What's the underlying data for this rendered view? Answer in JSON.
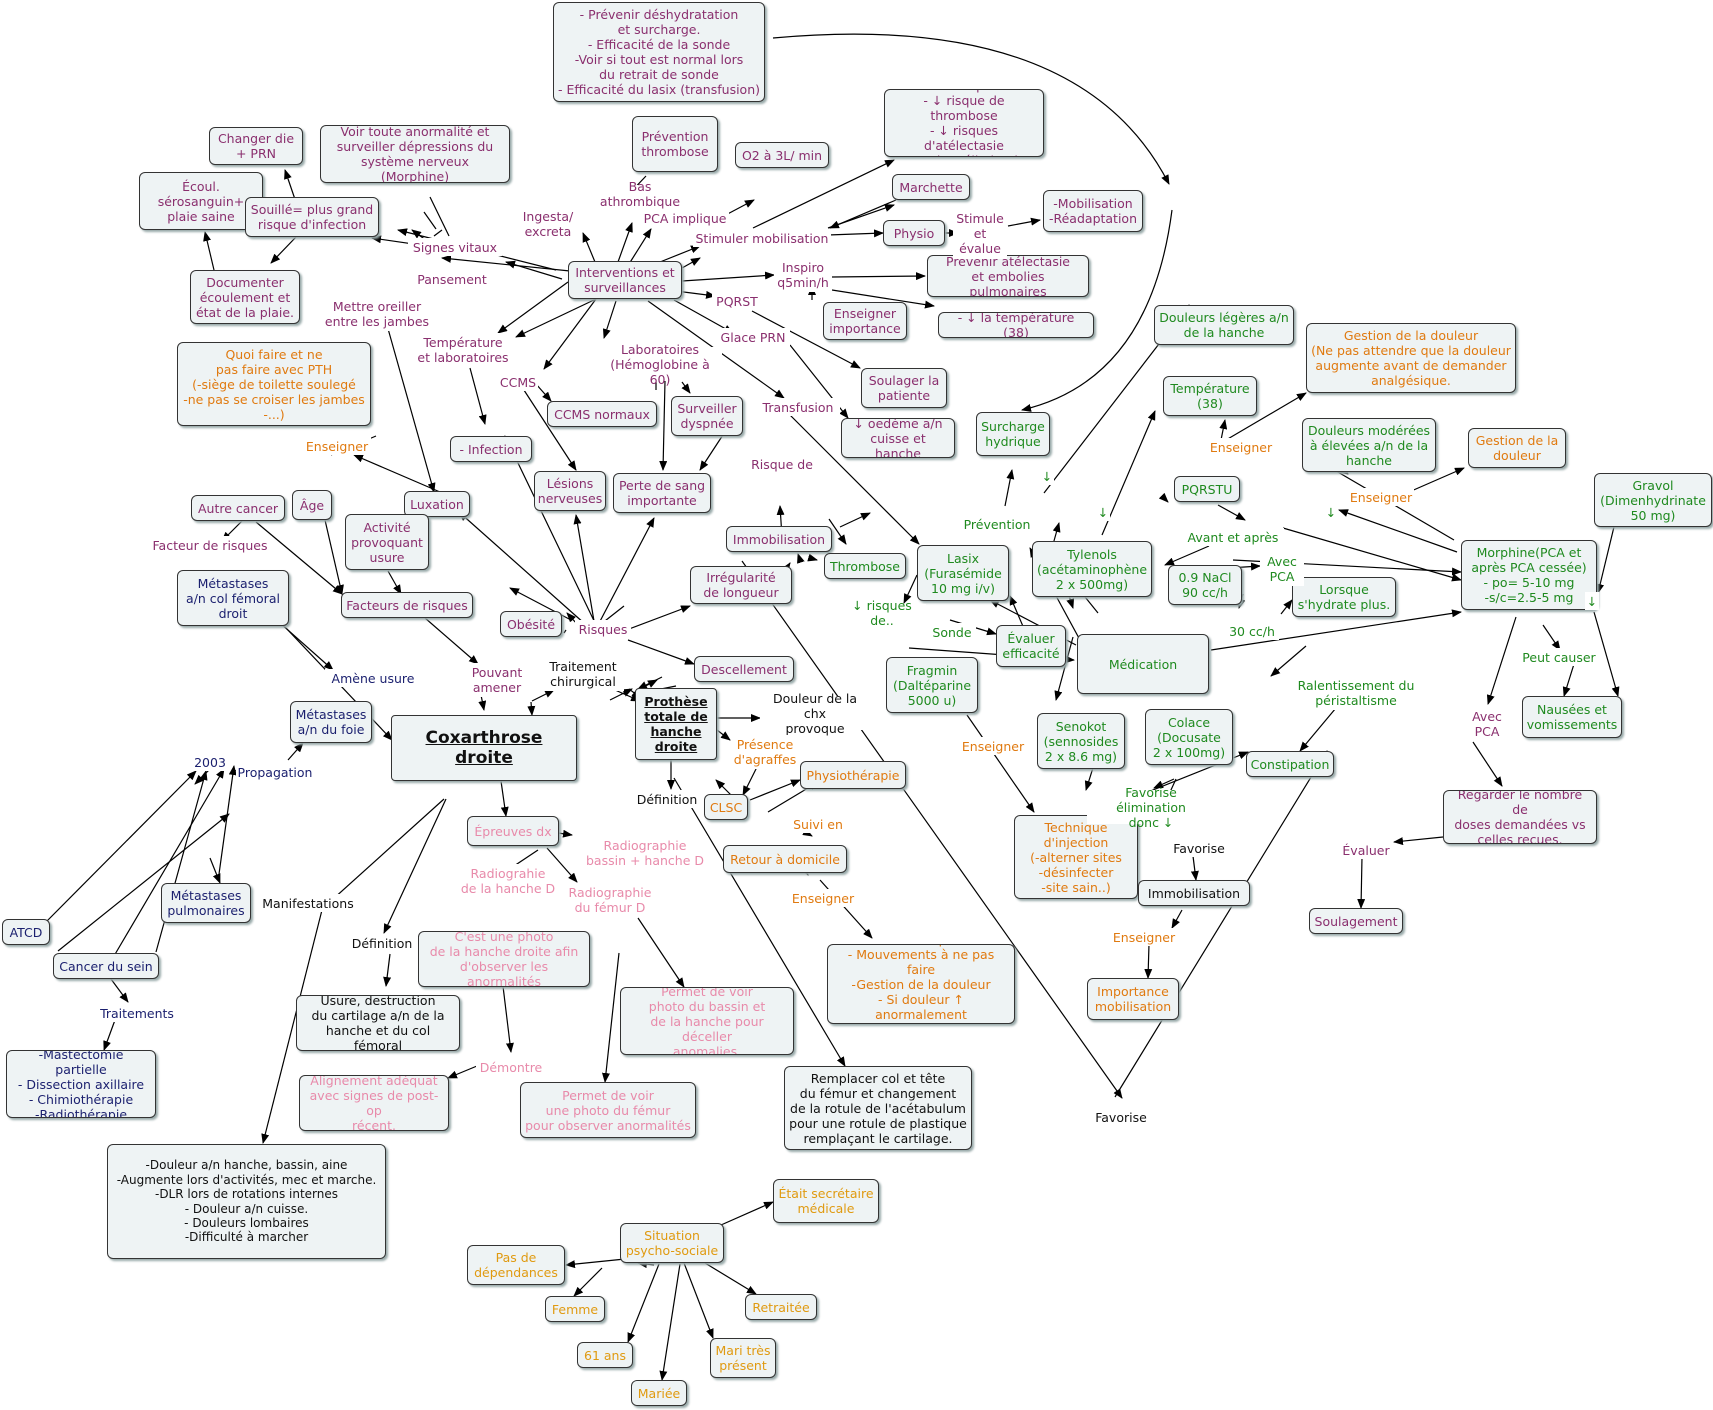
{
  "colors": {
    "purple": "#8a2f6e",
    "green": "#1f8a1f",
    "orange": "#e07a10",
    "pink": "#e88aaa",
    "navy": "#1a1f6e",
    "gold": "#e09a10",
    "black": "#111111"
  },
  "nodes": [
    {
      "id": "n1",
      "text": "- Prévenir déshydratation\net surcharge.\n- Efficacité de la sonde\n-Voir si tout est normal lors\ndu retrait de sonde\n- Efficacité du lasix (transfusion)",
      "color": "purple"
    },
    {
      "id": "n2",
      "text": "Prévention\nthrombose",
      "color": "purple"
    },
    {
      "id": "n3",
      "text": "O2 à 3L/ min",
      "color": "purple"
    },
    {
      "id": "n4",
      "text": "-Rétablir + rapidement\n- ↓ risque de thrombose\n- ↓ risques d'atélectasie\n- Favoriser élimination",
      "color": "purple"
    },
    {
      "id": "n5",
      "text": "Marchette",
      "color": "purple"
    },
    {
      "id": "n6",
      "text": "Physio",
      "color": "purple"
    },
    {
      "id": "n7",
      "text": "-Mobilisation\n-Réadaptation",
      "color": "purple"
    },
    {
      "id": "n8",
      "text": "Changer die\n+ PRN",
      "color": "purple"
    },
    {
      "id": "n9",
      "text": "Voir toute anormalité et\nsurveiller dépressions du\nsystème nerveux (Morphine)",
      "color": "purple"
    },
    {
      "id": "n10",
      "text": "Écoul.\nsérosanguin+\nplaie saine",
      "color": "purple"
    },
    {
      "id": "n11",
      "text": "Souillé= plus grand\nrisque d'infection",
      "color": "purple"
    },
    {
      "id": "n12",
      "text": "Documenter\nécoulement et\nétat de la plaie.",
      "color": "purple"
    },
    {
      "id": "n13",
      "text": "Interventions et\nsurveillances",
      "color": "purple"
    },
    {
      "id": "n14",
      "text": "Prévenir atélectasie\net embolies pulmonaires",
      "color": "purple"
    },
    {
      "id": "n15",
      "text": "Enseigner\nimportance",
      "color": "purple"
    },
    {
      "id": "n16",
      "text": "- ↓ la température (38)",
      "color": "purple"
    },
    {
      "id": "n17",
      "text": "Soulager la\npatiente",
      "color": "purple"
    },
    {
      "id": "n18",
      "text": "↓ oedème a/n\ncuisse et hanche",
      "color": "purple"
    },
    {
      "id": "n19",
      "text": "Surveiller\ndyspnée",
      "color": "purple"
    },
    {
      "id": "n20",
      "text": "CCMS normaux",
      "color": "purple"
    },
    {
      "id": "n21",
      "text": "- Infection",
      "color": "purple"
    },
    {
      "id": "n22",
      "text": "Lésions\nnerveuses",
      "color": "purple"
    },
    {
      "id": "n23",
      "text": "Perte de sang\nimportante",
      "color": "purple"
    },
    {
      "id": "n24",
      "text": "Immobilisation",
      "color": "purple"
    },
    {
      "id": "n25",
      "text": "Irrégularité\nde longueur",
      "color": "purple"
    },
    {
      "id": "n26",
      "text": "Descellement",
      "color": "purple"
    },
    {
      "id": "n27",
      "text": "Luxation",
      "color": "purple"
    },
    {
      "id": "n28",
      "text": "Quoi faire et ne\npas faire avec PTH\n(-siège de toilette soulegé\n-ne pas se croiser les jambes\n-...)",
      "color": "orange"
    },
    {
      "id": "n29",
      "text": "Autre cancer",
      "color": "purple"
    },
    {
      "id": "n30",
      "text": "Âge",
      "color": "purple"
    },
    {
      "id": "n31",
      "text": "Activité\nprovoquant\nusure",
      "color": "purple"
    },
    {
      "id": "n32",
      "text": "Facteurs de risques",
      "color": "purple"
    },
    {
      "id": "n33",
      "text": "Obésité",
      "color": "purple"
    },
    {
      "id": "n34",
      "text": "Métastases\na/n col fémoral\ndroit",
      "color": "navy"
    },
    {
      "id": "n35",
      "text": "Métastases\na/n du foie",
      "color": "navy"
    },
    {
      "id": "n36",
      "text": "Coxarthrose droite",
      "color": "black"
    },
    {
      "id": "n37",
      "text": "Prothèse\ntotale de\nhanche\ndroite",
      "color": "black"
    },
    {
      "id": "n38",
      "text": "Métastases\npulmonaires",
      "color": "navy"
    },
    {
      "id": "n39",
      "text": "ATCD",
      "color": "navy"
    },
    {
      "id": "n40",
      "text": "Cancer du sein",
      "color": "navy"
    },
    {
      "id": "n41",
      "text": "-Mastectomie partielle\n- Dissection axillaire\n- Chimiothérapie\n-Radiothérapie",
      "color": "navy"
    },
    {
      "id": "n42",
      "text": "Épreuves dx",
      "color": "pink"
    },
    {
      "id": "n43",
      "text": "C'est une photo\nde la hanche droite afin\nd'observer les anormalités",
      "color": "pink"
    },
    {
      "id": "n44",
      "text": "Permet de voir\nphoto du bassin et\nde la hanche pour déceller\nanomalies.",
      "color": "pink"
    },
    {
      "id": "n45",
      "text": "Alignement adéquat\navec signes de post-op\nrécent.",
      "color": "pink"
    },
    {
      "id": "n46",
      "text": "Permet de voir\nune photo du fémur\npour observer anormalités",
      "color": "pink"
    },
    {
      "id": "n47",
      "text": "Usure, destruction\ndu cartilage a/n de la\nhanche et du col fémoral",
      "color": "black"
    },
    {
      "id": "n48",
      "text": "-Douleur a/n hanche, bassin, aine\n-Augmente lors d'activités, mec et marche.\n-DLR lors de rotations internes\n- Douleur a/n cuisse.\n- Douleurs lombaires\n-Difficulté à marcher",
      "color": "black"
    },
    {
      "id": "n49",
      "text": "CLSC",
      "color": "orange"
    },
    {
      "id": "n50",
      "text": "Physiothérapie",
      "color": "orange"
    },
    {
      "id": "n51",
      "text": "Retour à domicile",
      "color": "orange"
    },
    {
      "id": "n52",
      "text": "- Soins de plaie\n- Mouvements à ne pas faire\n-Gestion de la douleur\n- Si douleur ↑ anormalement\naller consulter",
      "color": "orange"
    },
    {
      "id": "n53",
      "text": "Remplacer col et tête\ndu fémur et changement\nde la rotule de l'acétabulum\npour une rotule de plastique\nremplaçant le cartilage.",
      "color": "black"
    },
    {
      "id": "n54",
      "text": "Était secrétaire\nmédicale",
      "color": "gold"
    },
    {
      "id": "n55",
      "text": "Situation\npsycho-sociale",
      "color": "gold"
    },
    {
      "id": "n56",
      "text": "Pas de\ndépendances",
      "color": "gold"
    },
    {
      "id": "n57",
      "text": "Femme",
      "color": "gold"
    },
    {
      "id": "n58",
      "text": "Retraitée",
      "color": "gold"
    },
    {
      "id": "n59",
      "text": "61 ans",
      "color": "gold"
    },
    {
      "id": "n60",
      "text": "Mari très\nprésent",
      "color": "gold"
    },
    {
      "id": "n61",
      "text": "Mariée",
      "color": "gold"
    },
    {
      "id": "n62",
      "text": "Thrombose",
      "color": "green"
    },
    {
      "id": "n63",
      "text": "Lasix\n(Furasémide\n10 mg i/v)",
      "color": "green"
    },
    {
      "id": "n64",
      "text": "Surcharge\nhydrique",
      "color": "green"
    },
    {
      "id": "n65",
      "text": "Évaluer\nefficacité",
      "color": "green"
    },
    {
      "id": "n66",
      "text": "Fragmin\n(Daltéparine\n5000 u)",
      "color": "green"
    },
    {
      "id": "n67",
      "text": "Tylenols\n(acétaminophène\n2 x 500mg)",
      "color": "green"
    },
    {
      "id": "n68",
      "text": "Douleurs légères a/n\nde la hanche",
      "color": "green"
    },
    {
      "id": "n69",
      "text": "Température\n(38)",
      "color": "green"
    },
    {
      "id": "n70",
      "text": "PQRSTU",
      "color": "green"
    },
    {
      "id": "n71",
      "text": "0.9 NaCl\n90 cc/h",
      "color": "green"
    },
    {
      "id": "n72",
      "text": "Lorsque\ns'hydrate plus.",
      "color": "green"
    },
    {
      "id": "n73",
      "text": "Médication",
      "color": "green"
    },
    {
      "id": "n74",
      "text": "Senokot\n(sennosides\n2 x 8.6 mg)",
      "color": "green"
    },
    {
      "id": "n75",
      "text": "Colace\n(Docusate\n2 x 100mg)",
      "color": "green"
    },
    {
      "id": "n76",
      "text": "Technique\nd'injection\n(-alterner sites\n-désinfecter\n-site sain..)",
      "color": "orange"
    },
    {
      "id": "n77",
      "text": "Gestion de la douleur\n(Ne pas attendre que la douleur\naugmente avant de demander\nanalgésique.",
      "color": "orange"
    },
    {
      "id": "n78",
      "text": "Douleurs modérées\nà élevées a/n de la\nhanche",
      "color": "green"
    },
    {
      "id": "n79",
      "text": "Gestion de la\ndouleur",
      "color": "orange"
    },
    {
      "id": "n80",
      "text": "Gravol\n(Dimenhydrinate\n50 mg)",
      "color": "green"
    },
    {
      "id": "n81",
      "text": "Morphine(PCA et\naprès PCA cessée)\n- po= 5-10 mg\n-s/c=2.5-5 mg",
      "color": "green"
    },
    {
      "id": "n82",
      "text": "Nausées et\nvomissements",
      "color": "green"
    },
    {
      "id": "n83",
      "text": "Constipation",
      "color": "green"
    },
    {
      "id": "n84",
      "text": "Regarder le nombre de\ndoses demandées vs\ncelles reçues.",
      "color": "purple"
    },
    {
      "id": "n85",
      "text": "Soulagement",
      "color": "purple"
    },
    {
      "id": "n86",
      "text": "Immobilisation",
      "color": "black"
    },
    {
      "id": "n87",
      "text": "Importance\nmobilisation",
      "color": "orange"
    }
  ],
  "labels": [
    {
      "id": "l1",
      "text": "Ingesta/\nexcreta",
      "color": "purple"
    },
    {
      "id": "l2",
      "text": "Bas athrombique",
      "color": "purple"
    },
    {
      "id": "l3",
      "text": "PCA implique",
      "color": "purple"
    },
    {
      "id": "l4",
      "text": "Stimuler mobilisation",
      "color": "purple"
    },
    {
      "id": "l5",
      "text": "Stimule\net\névalue",
      "color": "purple"
    },
    {
      "id": "l6",
      "text": "Signes vitaux",
      "color": "purple"
    },
    {
      "id": "l7",
      "text": "Pansement",
      "color": "purple"
    },
    {
      "id": "l8",
      "text": "Inspiro\nq5min/h",
      "color": "purple"
    },
    {
      "id": "l9",
      "text": "PQRST",
      "color": "purple"
    },
    {
      "id": "l10",
      "text": "Glace PRN",
      "color": "purple"
    },
    {
      "id": "l11",
      "text": "Mettre oreiller\nentre les jambes",
      "color": "purple"
    },
    {
      "id": "l12",
      "text": "Température\net laboratoires",
      "color": "purple"
    },
    {
      "id": "l13",
      "text": "Laboratoires\n(Hémoglobine à 60)",
      "color": "purple"
    },
    {
      "id": "l14",
      "text": "CCMS",
      "color": "purple"
    },
    {
      "id": "l15",
      "text": "Transfusion",
      "color": "purple"
    },
    {
      "id": "l16",
      "text": "Risque de",
      "color": "purple"
    },
    {
      "id": "l17",
      "text": "Enseigner",
      "color": "orange"
    },
    {
      "id": "l18",
      "text": "Facteur de risques",
      "color": "purple"
    },
    {
      "id": "l19",
      "text": "Risques",
      "color": "purple"
    },
    {
      "id": "l20",
      "text": "Pouvant\namener",
      "color": "purple"
    },
    {
      "id": "l21",
      "text": "Amène usure",
      "color": "navy"
    },
    {
      "id": "l22",
      "text": "2003",
      "color": "navy"
    },
    {
      "id": "l23",
      "text": "Propagation",
      "color": "navy"
    },
    {
      "id": "l24",
      "text": "Traitement\nchirurgical",
      "color": "black"
    },
    {
      "id": "l25",
      "text": "Douleur de la chx\nprovoque",
      "color": "black"
    },
    {
      "id": "l26",
      "text": "Présence\nd'agraffes",
      "color": "orange"
    },
    {
      "id": "l27",
      "text": "Définition",
      "color": "black"
    },
    {
      "id": "l28",
      "text": "Manifestations",
      "color": "black"
    },
    {
      "id": "l29",
      "text": "Définition",
      "color": "black"
    },
    {
      "id": "l30",
      "text": "Traitements",
      "color": "navy"
    },
    {
      "id": "l31",
      "text": "Radiographie\nbassin + hanche D",
      "color": "pink"
    },
    {
      "id": "l32",
      "text": "Radiograhie\nde la hanche D",
      "color": "pink"
    },
    {
      "id": "l33",
      "text": "Radiographie\ndu fémur D",
      "color": "pink"
    },
    {
      "id": "l34",
      "text": "Démontre",
      "color": "pink"
    },
    {
      "id": "l35",
      "text": "Suivi en",
      "color": "orange"
    },
    {
      "id": "l36",
      "text": "Enseigner",
      "color": "orange"
    },
    {
      "id": "l37",
      "text": "Favorise",
      "color": "black"
    },
    {
      "id": "l38",
      "text": "↓ risques de..",
      "color": "green"
    },
    {
      "id": "l39",
      "text": "Prévention",
      "color": "green"
    },
    {
      "id": "l40",
      "text": "Sonde",
      "color": "green"
    },
    {
      "id": "l41",
      "text": "Enseigner",
      "color": "orange"
    },
    {
      "id": "l42",
      "text": "Avant et après",
      "color": "green"
    },
    {
      "id": "l43",
      "text": "Avec\nPCA",
      "color": "green"
    },
    {
      "id": "l44",
      "text": "30 cc/h",
      "color": "green"
    },
    {
      "id": "l45",
      "text": "Enseigner",
      "color": "orange"
    },
    {
      "id": "l46",
      "text": "Enseigner",
      "color": "orange"
    },
    {
      "id": "l47",
      "text": "Ralentissement du\npéristaltisme",
      "color": "green"
    },
    {
      "id": "l48",
      "text": "Peut causer",
      "color": "green"
    },
    {
      "id": "l49",
      "text": "Avec\nPCA",
      "color": "purple"
    },
    {
      "id": "l50",
      "text": "Évaluer",
      "color": "purple"
    },
    {
      "id": "l51",
      "text": "Favorise élimination\ndonc ↓",
      "color": "green"
    },
    {
      "id": "l52",
      "text": "Favorise",
      "color": "black"
    },
    {
      "id": "l53",
      "text": "Enseigner",
      "color": "orange"
    },
    {
      "id": "l54",
      "text": "↓",
      "color": "green"
    },
    {
      "id": "l55",
      "text": "↓",
      "color": "green"
    },
    {
      "id": "l56",
      "text": "↓",
      "color": "green"
    },
    {
      "id": "l57",
      "text": "↓",
      "color": "green"
    }
  ]
}
